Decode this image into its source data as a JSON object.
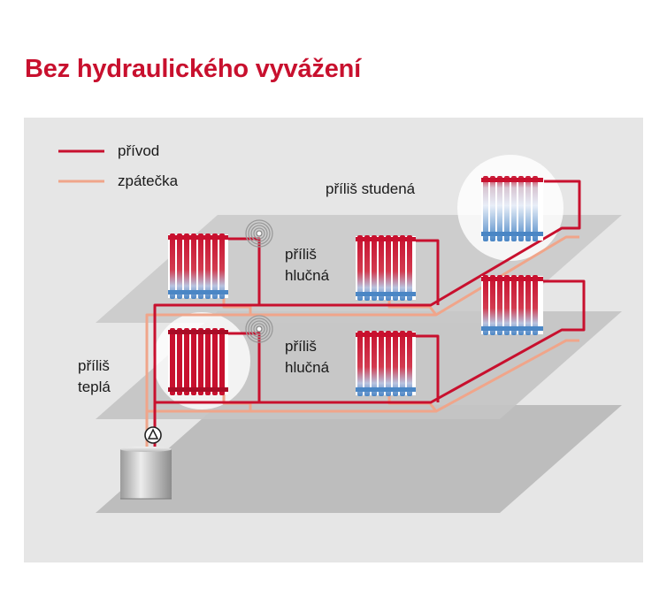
{
  "title": "Bez hydraulického vyvážení",
  "legend": {
    "supply_label": "přívod",
    "return_label": "zpátečka"
  },
  "labels": {
    "top_right": "příliš studená",
    "upper_mid_1": "příliš",
    "upper_mid_2": "hlučná",
    "lower_mid_1": "příliš",
    "lower_mid_2": "hlučná",
    "left_1": "příliš",
    "left_2": "teplá"
  },
  "colors": {
    "title": "#c8102e",
    "supply_pipe": "#c8102e",
    "return_pipe": "#f0a58a",
    "panel_bg": "#e6e6e6",
    "floor": "#bdbdbd",
    "radiator_hot": "#c8102e",
    "radiator_cool": "#4a86c5"
  },
  "icons": [
    "pump-icon",
    "noise-waves-icon",
    "radiator-icon",
    "boiler-icon"
  ]
}
